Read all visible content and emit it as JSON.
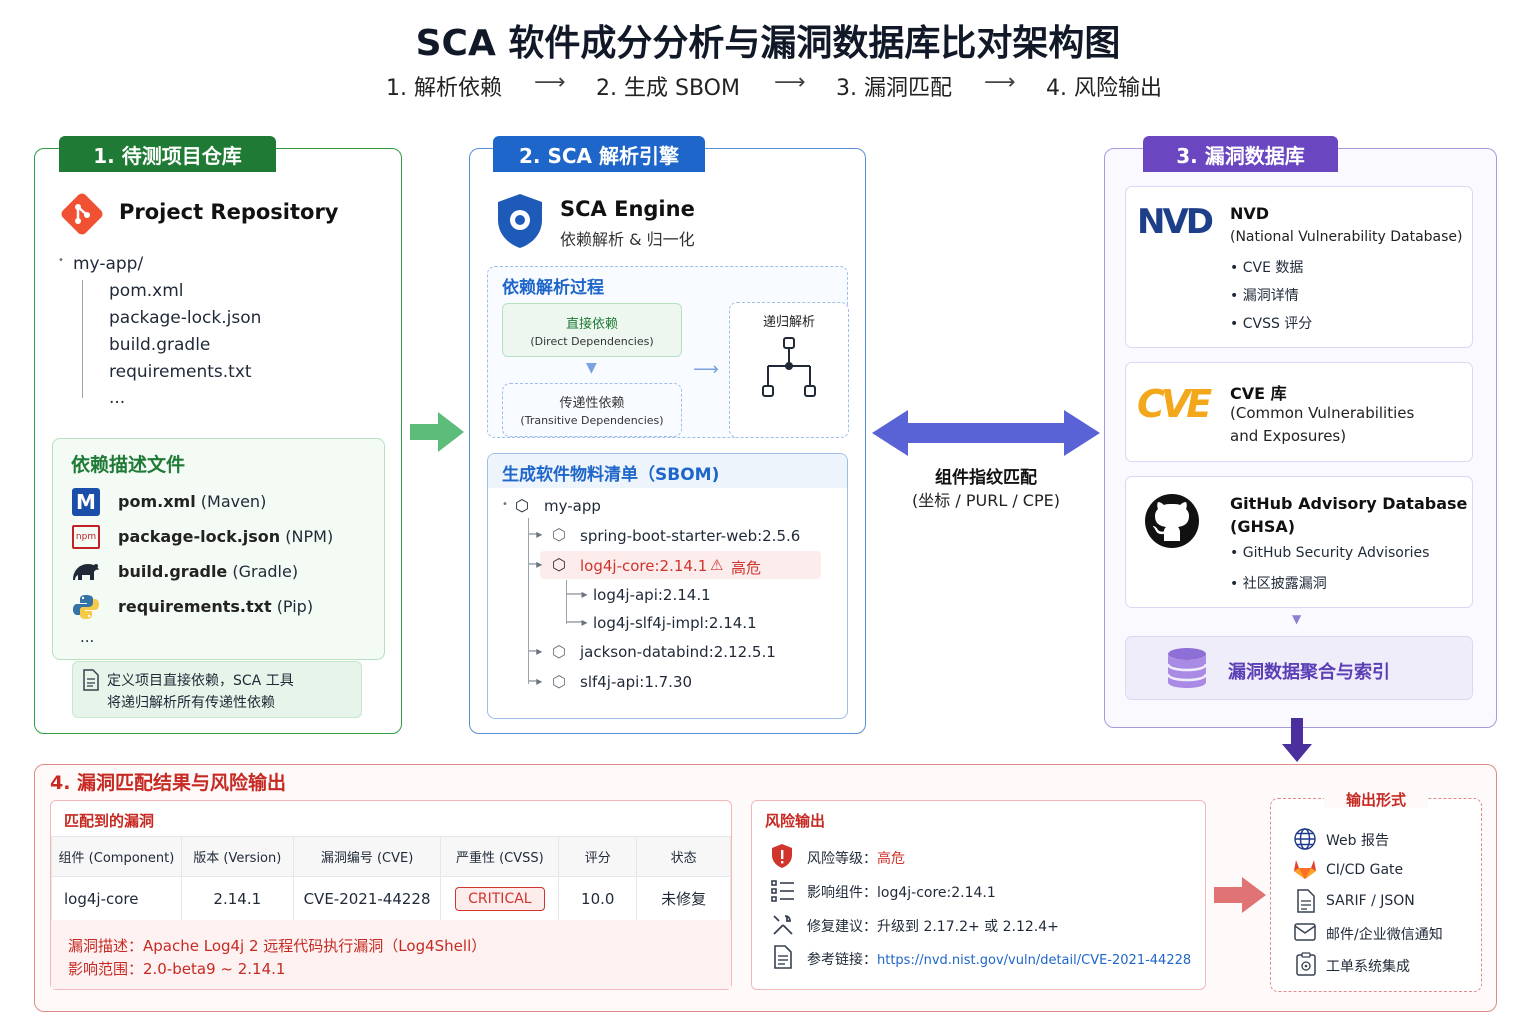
{
  "title": "SCA 软件成分分析与漏洞数据库比对架构图",
  "flow": [
    "1. 解析依赖",
    "2. 生成 SBOM",
    "3. 漏洞匹配",
    "4. 风险输出"
  ],
  "panel1": {
    "tab": "1. 待测项目仓库",
    "repo_title": "Project Repository",
    "root": "my-app/",
    "files": [
      "pom.xml",
      "package-lock.json",
      "build.gradle",
      "requirements.txt",
      "..."
    ],
    "desc_title": "依赖描述文件",
    "desc_items": [
      {
        "name": "pom.xml",
        "tool": "(Maven)"
      },
      {
        "name": "package-lock.json",
        "tool": "(NPM)"
      },
      {
        "name": "build.gradle",
        "tool": "(Gradle)"
      },
      {
        "name": "requirements.txt",
        "tool": "(Pip)"
      }
    ],
    "desc_more": "...",
    "note_line1": "定义项目直接依赖，SCA 工具",
    "note_line2": "将递归解析所有传递性依赖"
  },
  "panel2": {
    "tab": "2. SCA 解析引擎",
    "engine_title": "SCA Engine",
    "engine_sub": "依赖解析 & 归一化",
    "process_title": "依赖解析过程",
    "direct_cn": "直接依赖",
    "direct_en": "(Direct Dependencies)",
    "trans_cn": "传递性依赖",
    "trans_en": "(Transitive Dependencies)",
    "recursive": "递归解析",
    "sbom_title": "生成软件物料清单（SBOM)",
    "sbom_root": "my-app",
    "sbom_items": [
      {
        "label": "spring-boot-starter-web:2.5.6",
        "level": 1
      },
      {
        "label": "log4j-core:2.14.1",
        "level": 1,
        "risk": "高危"
      },
      {
        "label": "log4j-api:2.14.1",
        "level": 2
      },
      {
        "label": "log4j-slf4j-impl:2.14.1",
        "level": 2
      },
      {
        "label": "jackson-databind:2.12.5.1",
        "level": 1
      },
      {
        "label": "slf4j-api:1.7.30",
        "level": 1
      }
    ]
  },
  "middle": {
    "line1": "组件指纹匹配",
    "line2": "(坐标 / PURL / CPE)"
  },
  "panel3": {
    "tab": "3. 漏洞数据库",
    "nvd": {
      "logo": "NVD",
      "title": "NVD",
      "sub": "(National Vulnerability Database)",
      "bullets": [
        "CVE 数据",
        "漏洞详情",
        "CVSS 评分"
      ]
    },
    "cve": {
      "logo": "CVE",
      "title": "CVE 库",
      "sub1": "(Common Vulnerabilities",
      "sub2": "and Exposures)"
    },
    "ghsa": {
      "title1": "GitHub Advisory Database",
      "title2": "(GHSA)",
      "bullets": [
        "GitHub Security Advisories",
        "社区披露漏洞"
      ]
    },
    "agg": "漏洞数据聚合与索引"
  },
  "panel4": {
    "title": "4. 漏洞匹配结果与风险输出",
    "match_title": "匹配到的漏洞",
    "headers": [
      "组件 (Component)",
      "版本 (Version)",
      "漏洞编号 (CVE)",
      "严重性 (CVSS)",
      "评分",
      "状态"
    ],
    "row": [
      "log4j-core",
      "2.14.1",
      "CVE-2021-44228",
      "CRITICAL",
      "10.0",
      "未修复"
    ],
    "desc1": "漏洞描述：Apache Log4j 2 远程代码执行漏洞（Log4Shell）",
    "desc2": "影响范围：2.0-beta9 ~ 2.14.1",
    "risk_title": "风险输出",
    "risk_level_label": "风险等级：",
    "risk_level": "高危",
    "affected_label": "影响组件：",
    "affected": "log4j-core:2.14.1",
    "fix_label": "修复建议：",
    "fix": "升级到 2.17.2+ 或 2.12.4+",
    "ref_label": "参考链接：",
    "ref": "https://nvd.nist.gov/vuln/detail/CVE-2021-44228",
    "out_title": "输出形式",
    "outputs": [
      "Web 报告",
      "CI/CD Gate",
      "SARIF / JSON",
      "邮件/企业微信通知",
      "工单系统集成"
    ]
  },
  "colors": {
    "green": "#1f7a35",
    "blue": "#1e66c9",
    "purple": "#6b46c1",
    "red": "#d0342c"
  }
}
